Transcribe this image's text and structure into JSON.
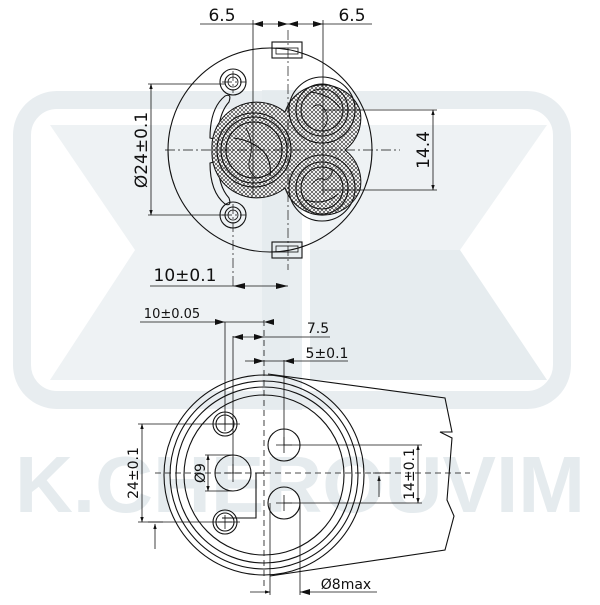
{
  "watermark": {
    "brand_text": "K.CHEROUVIM",
    "frame_color": "#e8edf0",
    "logo_fill": "#eef2f4"
  },
  "top_view": {
    "dim_left_offset": "6.5",
    "dim_right_offset": "6.5",
    "dim_diameter": "Ø24±0.1",
    "dim_port_spacing": "14.4",
    "dim_pin_offset": "10±0.1"
  },
  "bottom_view": {
    "dim_pin_offset": "10±0.05",
    "dim_inlet_offset": "7.5",
    "dim_outlet_offset": "5±0.1",
    "dim_pin_spacing": "24±0.1",
    "dim_inlet_diameter": "Ø9",
    "dim_outlet_spacing": "14±0.1",
    "dim_outlet_diameter": "Ø8max"
  },
  "colors": {
    "line": "#111111",
    "background": "#ffffff"
  }
}
